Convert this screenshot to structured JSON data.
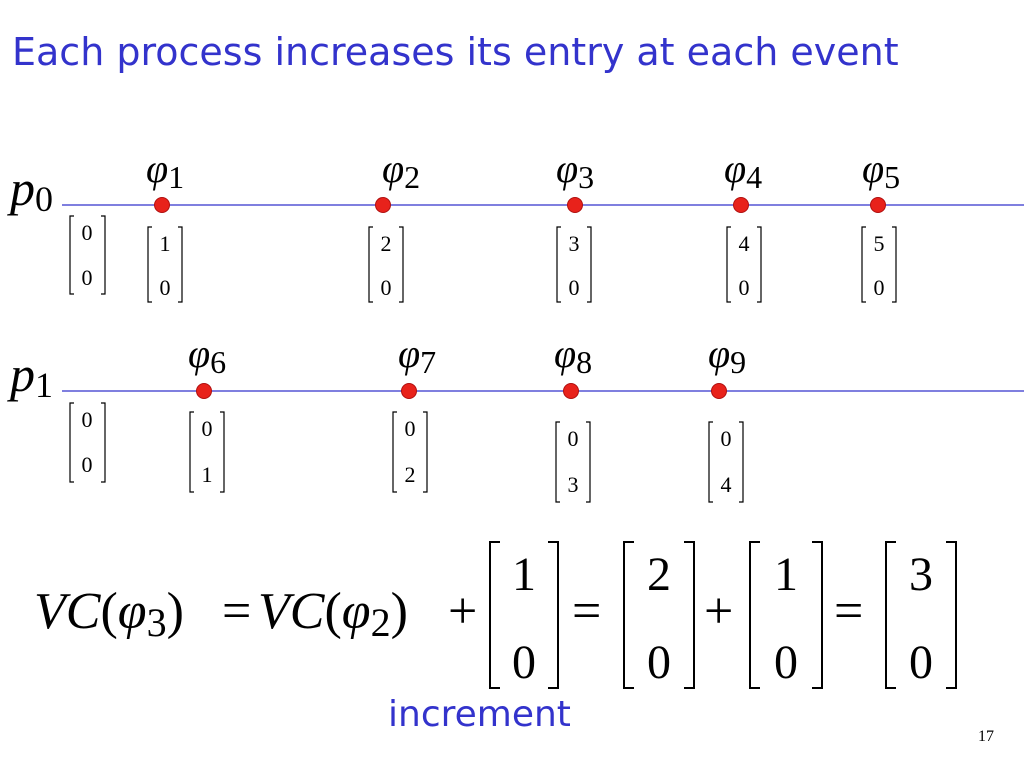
{
  "title": "Each process increases its entry at each event",
  "colors": {
    "title": "#3333cc",
    "timeline": "#3333cc",
    "event": "#e8221b",
    "event_stroke": "#b01010",
    "text": "#000000"
  },
  "processes": [
    {
      "label_base": "p",
      "label_sub": "0",
      "initial_vector": [
        "0",
        "0"
      ],
      "events": [
        {
          "phi": "φ",
          "sub": "1",
          "vector": [
            "1",
            "0"
          ]
        },
        {
          "phi": "φ",
          "sub": "2",
          "vector": [
            "2",
            "0"
          ]
        },
        {
          "phi": "φ",
          "sub": "3",
          "vector": [
            "3",
            "0"
          ]
        },
        {
          "phi": "φ",
          "sub": "4",
          "vector": [
            "4",
            "0"
          ]
        },
        {
          "phi": "φ",
          "sub": "5",
          "vector": [
            "5",
            "0"
          ]
        }
      ]
    },
    {
      "label_base": "p",
      "label_sub": "1",
      "initial_vector": [
        "0",
        "0"
      ],
      "events": [
        {
          "phi": "φ",
          "sub": "6",
          "vector": [
            "0",
            "1"
          ]
        },
        {
          "phi": "φ",
          "sub": "7",
          "vector": [
            "0",
            "2"
          ]
        },
        {
          "phi": "φ",
          "sub": "8",
          "vector": [
            "0",
            "3"
          ]
        },
        {
          "phi": "φ",
          "sub": "9",
          "vector": [
            "0",
            "4"
          ]
        }
      ]
    }
  ],
  "equation": {
    "lhs": {
      "func": "VC",
      "open": "(",
      "phi": "φ",
      "sub": "3",
      "close": ")"
    },
    "eq1": "=",
    "rhs": {
      "func": "VC",
      "open": "(",
      "phi": "φ",
      "sub": "2",
      "close": ")"
    },
    "plus1": "+",
    "increment_vector": [
      "1",
      "0"
    ],
    "eq2": "=",
    "vector_a": [
      "2",
      "0"
    ],
    "plus2": "+",
    "vector_b": [
      "1",
      "0"
    ],
    "eq3": "=",
    "result_vector": [
      "3",
      "0"
    ]
  },
  "increment_label": "increment",
  "page_number": "17"
}
